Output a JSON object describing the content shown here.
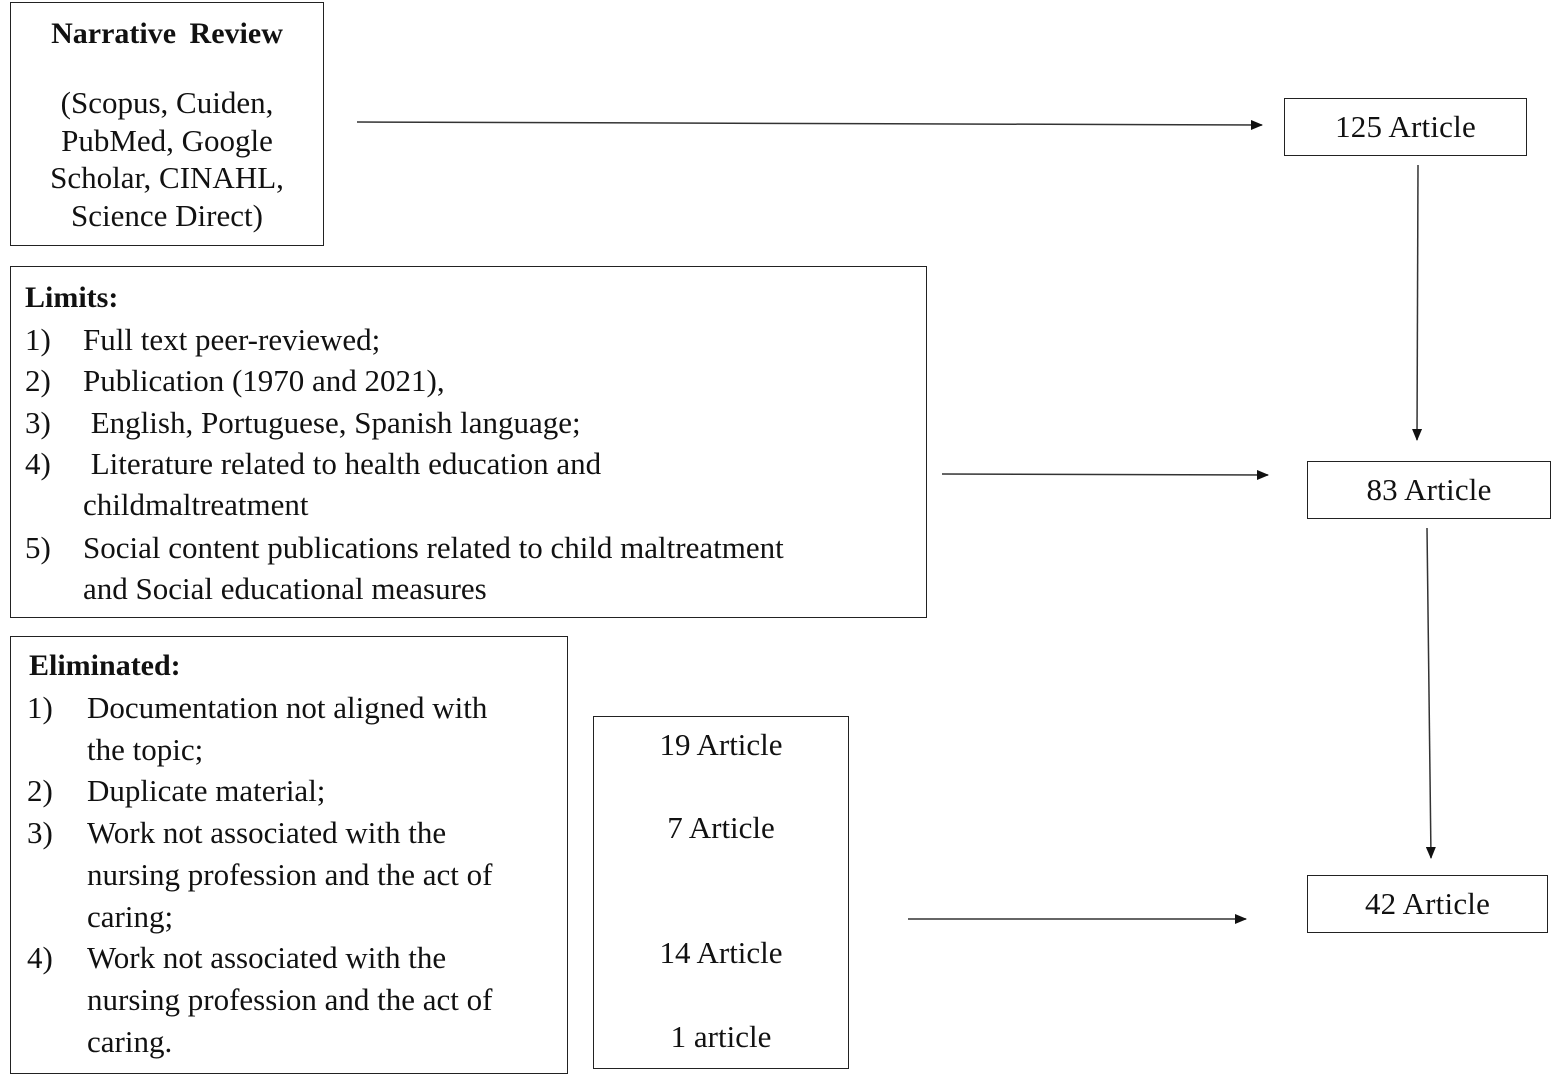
{
  "review": {
    "title": "Narrative  Review",
    "sources_lines": [
      "(Scopus, Cuiden,",
      "PubMed, Google",
      "Scholar, CINAHL,",
      "Science Direct)"
    ]
  },
  "limits": {
    "heading": "Limits:",
    "items": [
      {
        "num": "1)",
        "lines": [
          "Full text peer-reviewed;"
        ]
      },
      {
        "num": "2)",
        "lines": [
          "Publication (1970 and 2021),"
        ]
      },
      {
        "num": "3)",
        "lines": [
          " English, Portuguese, Spanish language;"
        ]
      },
      {
        "num": "4)",
        "lines": [
          " Literature related to health education and",
          "childmaltreatment"
        ]
      },
      {
        "num": "5)",
        "lines": [
          "Social content publications related to child maltreatment",
          "and Social educational measures"
        ]
      }
    ]
  },
  "eliminated": {
    "heading": "Eliminated:",
    "items": [
      {
        "num": "1)",
        "lines": [
          "Documentation not aligned with",
          "the topic;"
        ]
      },
      {
        "num": "2)",
        "lines": [
          "Duplicate material;"
        ]
      },
      {
        "num": "3)",
        "lines": [
          "Work not associated with the",
          "nursing profession and the act of",
          "caring;"
        ]
      },
      {
        "num": "4)",
        "lines": [
          "Work not associated with the",
          "nursing profession and the act of",
          "caring."
        ]
      }
    ]
  },
  "eliminated_counts": [
    "19 Article",
    "7 Article",
    "14 Article",
    "1 article"
  ],
  "results": {
    "first": "125 Article",
    "second": "83 Article",
    "third": "42 Article"
  }
}
